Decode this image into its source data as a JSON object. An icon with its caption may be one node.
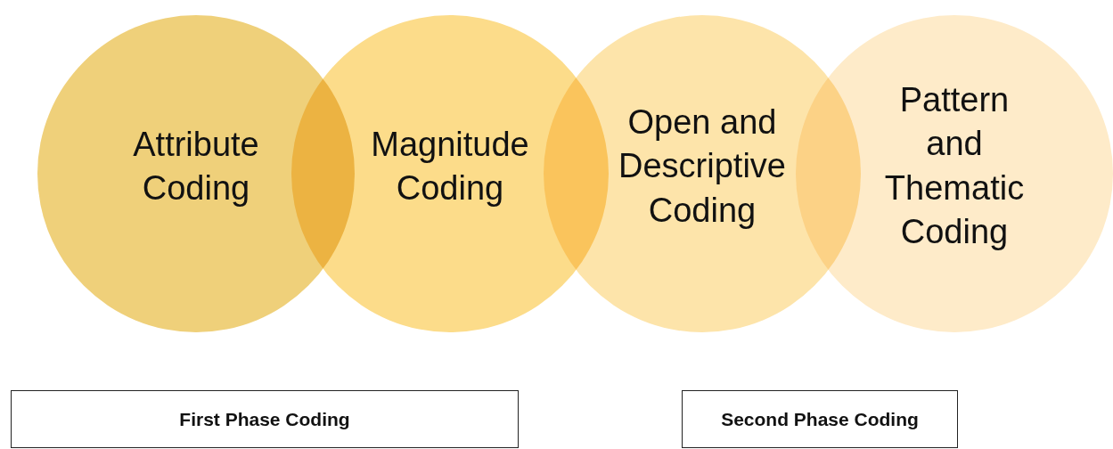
{
  "diagram": {
    "nodes": [
      {
        "text": [
          "Attribute Coding"
        ]
      },
      {
        "text": [
          "Magnitude Coding"
        ]
      },
      {
        "text": [
          "Open and Descriptive Coding"
        ]
      },
      {
        "text": [
          "Pattern and Thematic Coding"
        ]
      },
      {
        "text": [
          "First Phase Coding"
        ]
      },
      {
        "text": [
          "Second Phase Coding"
        ]
      }
    ]
  }
}
